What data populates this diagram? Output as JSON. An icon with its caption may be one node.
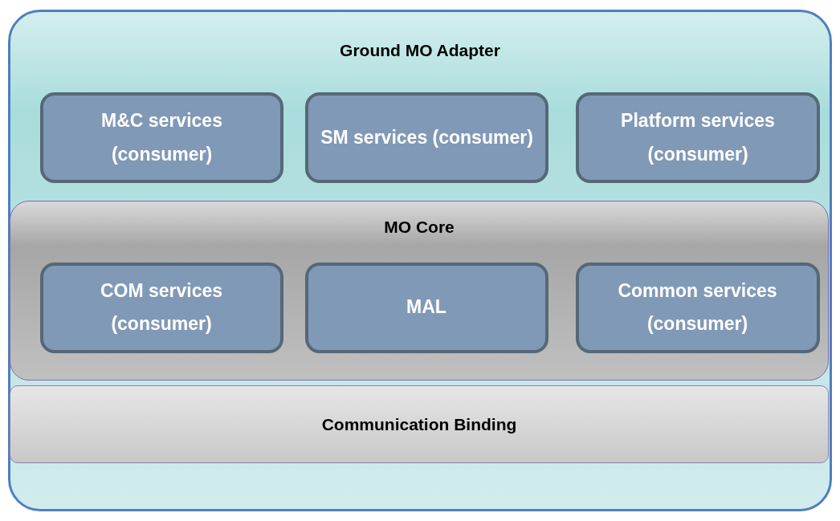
{
  "diagram": {
    "nodes": [
      {
        "text": [
          "Ground MO Adapter"
        ]
      },
      {
        "text": [
          "M&C services (consumer)"
        ],
        "in": 0
      },
      {
        "text": [
          "SM services (consumer)"
        ],
        "in": 0
      },
      {
        "text": [
          "Platform services (consumer)"
        ],
        "in": 0
      },
      {
        "text": [
          "MO Core"
        ],
        "in": 0
      },
      {
        "text": [
          "COM services (consumer)"
        ],
        "in": 4
      },
      {
        "text": [
          "MAL"
        ],
        "in": 4
      },
      {
        "text": [
          "Common services (consumer)"
        ],
        "in": 4
      },
      {
        "text": [
          "Communication Binding"
        ],
        "in": 0
      }
    ]
  }
}
